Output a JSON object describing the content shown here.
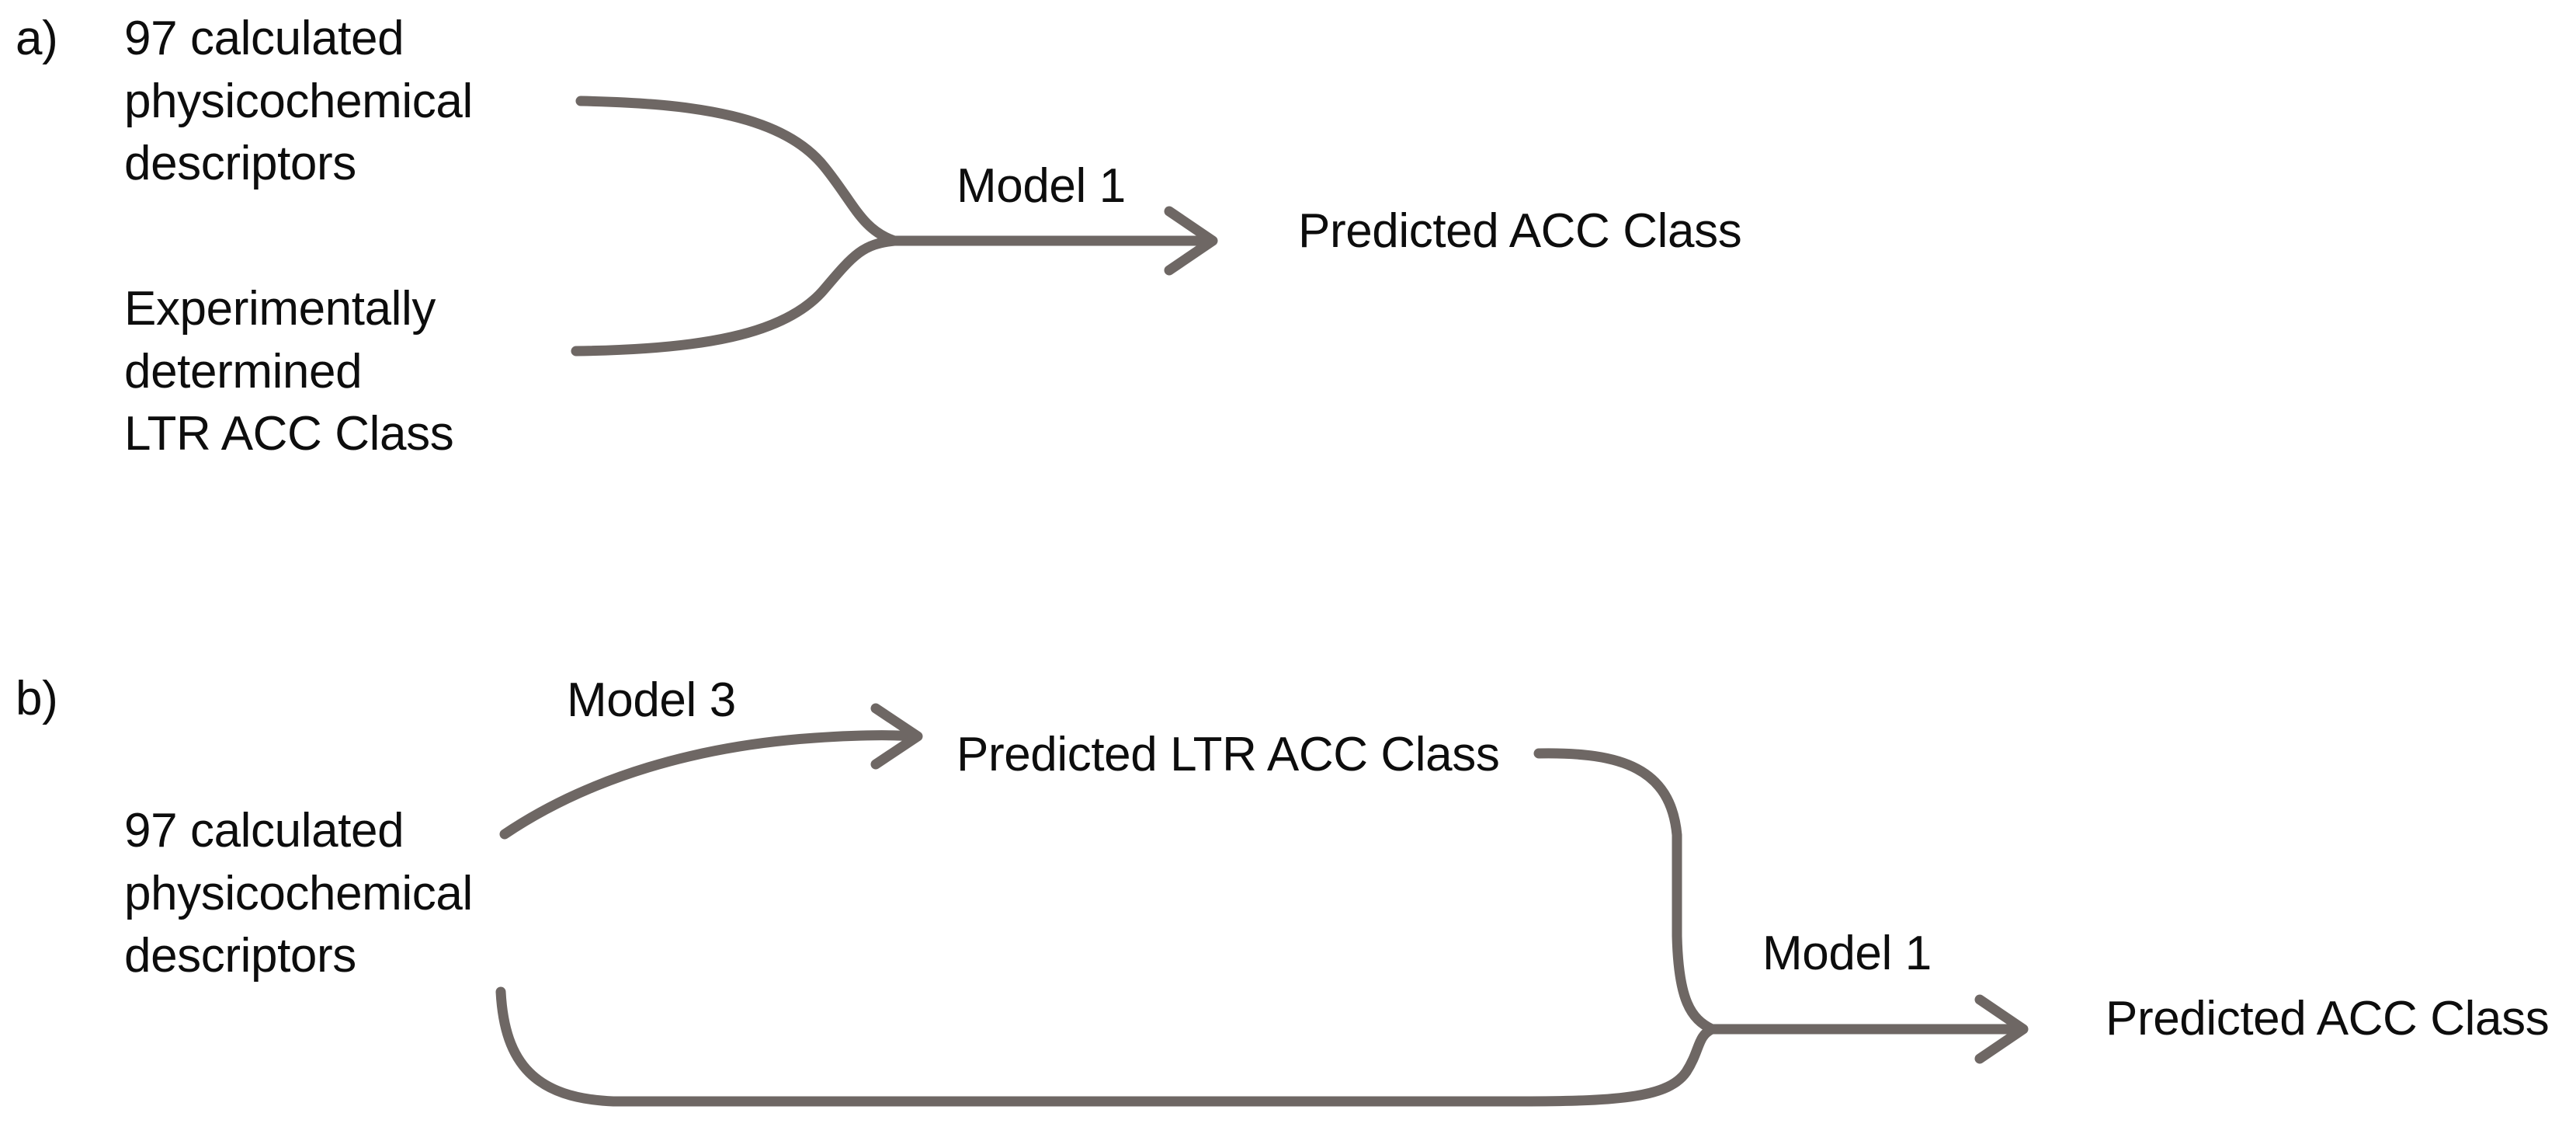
{
  "figure": {
    "stroke_color": "#6e6764",
    "text_color": "#0d0d0d",
    "background": "#ffffff"
  },
  "panel_a": {
    "letter": "a)",
    "input_top": "97 calculated\nphysicochemical\ndescriptors",
    "input_bottom": "Experimentally\ndetermined\nLTR ACC Class",
    "model_label": "Model 1",
    "output": "Predicted ACC Class"
  },
  "panel_b": {
    "letter": "b)",
    "input": "97 calculated\nphysicochemical\ndescriptors",
    "model3_label": "Model 3",
    "intermediate_output": "Predicted LTR ACC Class",
    "model1_label": "Model 1",
    "output": "Predicted ACC Class"
  }
}
